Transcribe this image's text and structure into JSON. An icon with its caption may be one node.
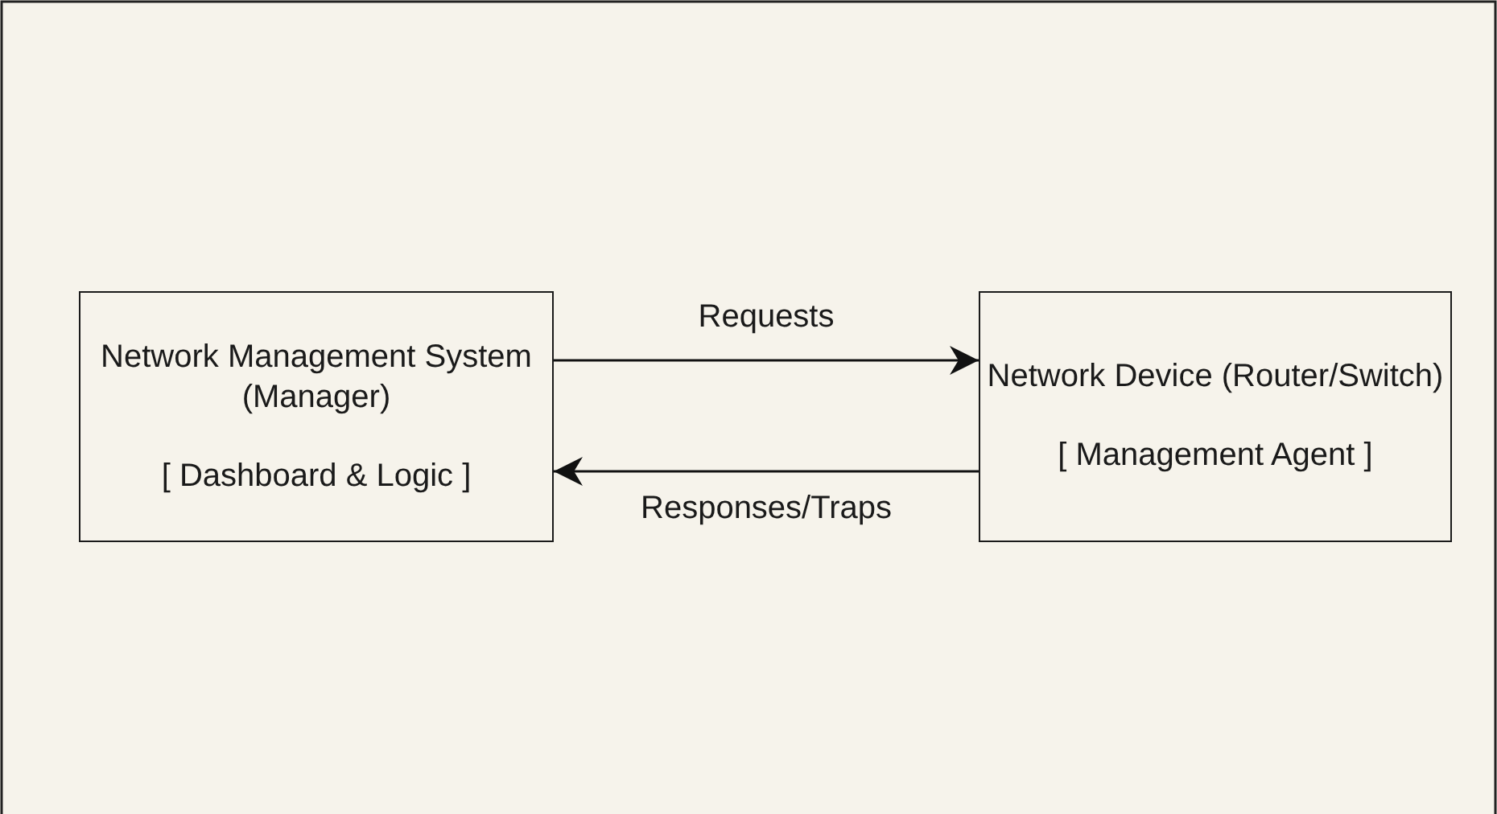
{
  "diagram": {
    "nodes": [
      {
        "text": [
          "Network Management System (Manager)",
          "[ Dashboard & Logic ]"
        ]
      },
      {
        "text": [
          "Network Device (Router/Switch)",
          "[ Management Agent ]"
        ]
      }
    ],
    "edges": [
      {
        "from": 0,
        "to": 1,
        "arrow": "to",
        "label": "Requests"
      },
      {
        "from": 1,
        "to": 0,
        "arrow": "to",
        "label": "Responses/Traps"
      }
    ]
  }
}
